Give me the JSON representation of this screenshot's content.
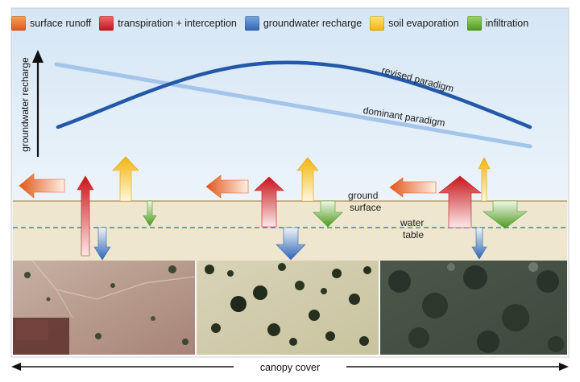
{
  "legend": {
    "surface_runoff": "surface runoff",
    "transpiration": "transpiration + interception",
    "groundwater_recharge": "groundwater recharge",
    "soil_evaporation": "soil evaporation",
    "infiltration": "infiltration"
  },
  "colors": {
    "runoff": "#e8621f",
    "transpiration": "#c8191e",
    "groundwater": "#3a6fb8",
    "soil_evaporation": "#f5be1e",
    "infiltration": "#55a227",
    "revised_curve": "#2358a8",
    "dominant_curve": "#9cc1e8",
    "water_table": "#3b83c9",
    "ground": "#eee4cc"
  },
  "y_axis_label": "groundwater recharge",
  "curves": {
    "revised": "revised paradigm",
    "dominant": "dominant paradigm"
  },
  "labels": {
    "ground_line1": "ground",
    "ground_line2": "surface",
    "water_line1": "water",
    "water_line2": "table"
  },
  "x_axis_label": "canopy cover"
}
